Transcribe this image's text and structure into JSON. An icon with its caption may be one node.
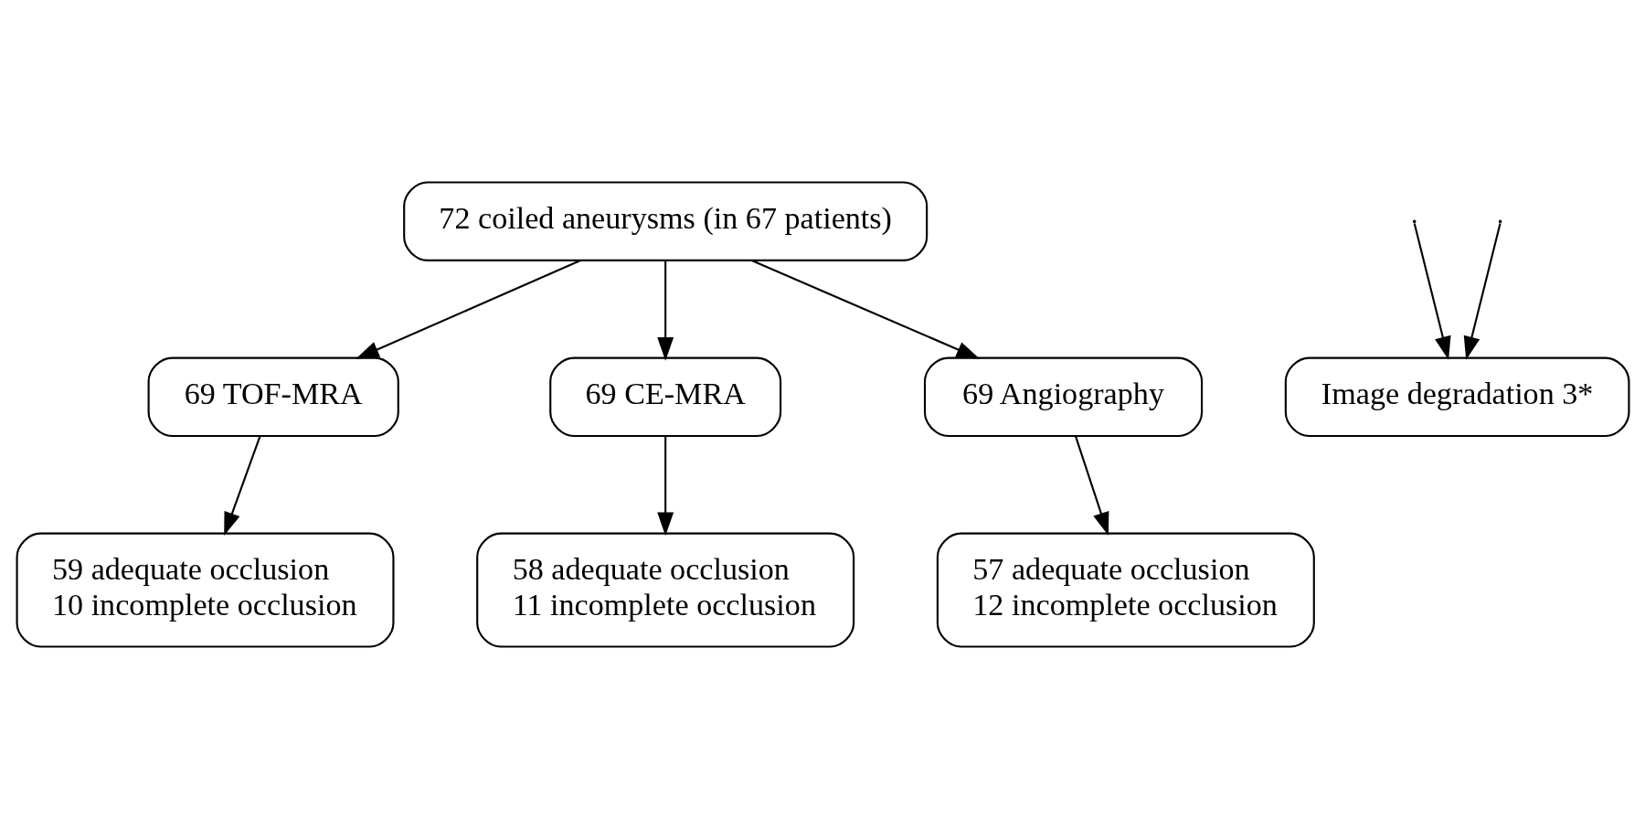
{
  "diagram": {
    "nodes": [
      {
        "text": [
          "72 coiled aneurysms (in 67 patients)"
        ]
      },
      {
        "text": [
          "Image degradation 3*"
        ]
      },
      {
        "text": [
          "69 TOF-MRA"
        ]
      },
      {
        "text": [
          "69 CE-MRA"
        ]
      },
      {
        "text": [
          "69 Angiography"
        ]
      },
      {
        "text": [
          "59 adequate occlusion",
          "10 incomplete occlusion"
        ]
      },
      {
        "text": [
          "58 adequate occlusion",
          "11 incomplete occlusion"
        ]
      },
      {
        "text": [
          "57 adequate occlusion",
          "12 incomplete occlusion"
        ]
      }
    ],
    "edges": [
      {
        "from": 0,
        "to": 2,
        "arrow": "to"
      },
      {
        "from": null,
        "to": 1,
        "arrow": "to"
      },
      {
        "from": 0,
        "to": 3,
        "arrow": "to"
      },
      {
        "from": null,
        "to": 1,
        "arrow": "to"
      },
      {
        "from": 0,
        "to": 4,
        "arrow": "to"
      },
      {
        "from": 2,
        "to": 5,
        "arrow": "to"
      },
      {
        "from": 3,
        "to": 6,
        "arrow": "to"
      },
      {
        "from": 4,
        "to": 7,
        "arrow": "to"
      }
    ]
  }
}
